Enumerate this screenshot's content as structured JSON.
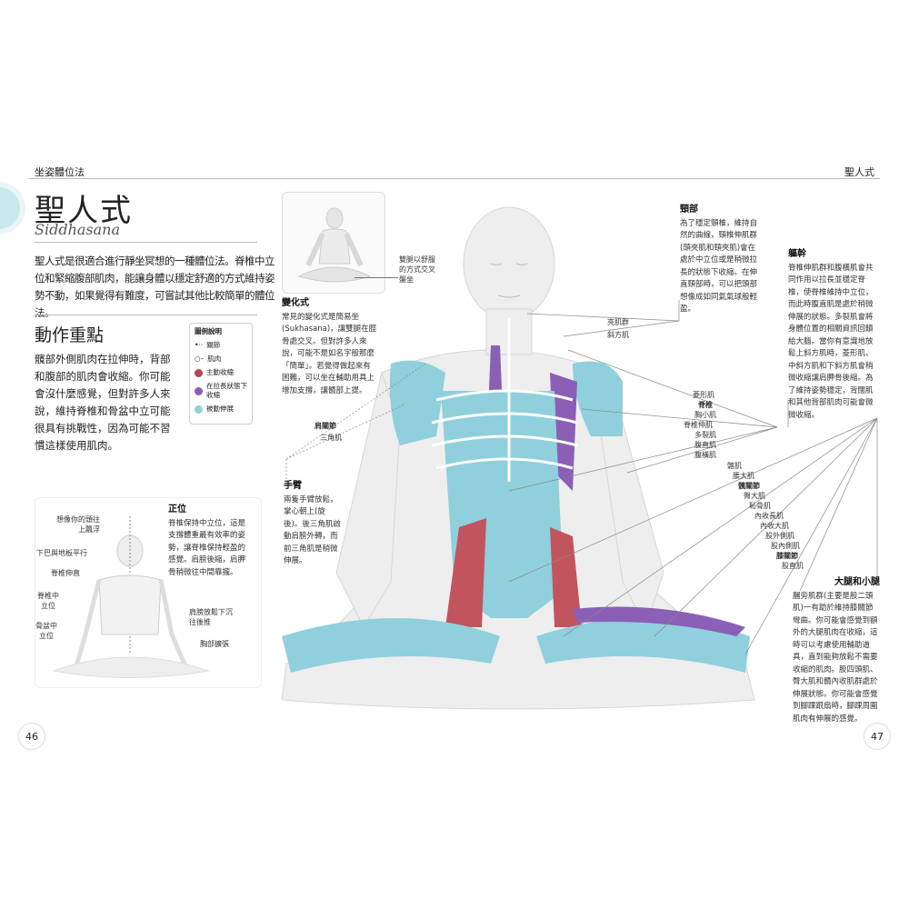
{
  "header": {
    "section": "坐姿體位法",
    "pose_right": "聖人式"
  },
  "title": "聖人式",
  "subtitle": "Siddhasana",
  "intro": "聖人式是很適合進行靜坐冥想的一種體位法。脊椎中立位和緊縮腹部肌肉，能讓身體以穩定舒適的方式維持姿勢不動，如果覺得有難度，可嘗試其他比較簡單的體位法。",
  "key_points": {
    "heading": "動作重點",
    "text": "髖部外側肌肉在拉伸時，背部和腹部的肌肉會收縮。你可能會沒什麼感覺，但對許多人來說，維持脊椎和骨盆中立可能很具有挑戰性，因為可能不習慣這樣使用肌肉。"
  },
  "legend": {
    "title": "圖例說明",
    "items": [
      {
        "label": "關節",
        "type": "joint"
      },
      {
        "label": "肌肉",
        "type": "muscle"
      },
      {
        "label": "主動收縮",
        "color": "#b5474f"
      },
      {
        "label": "在拉長狀態下收縮",
        "color": "#8a5fb5"
      },
      {
        "label": "被動伸展",
        "color": "#8fd0dc"
      }
    ]
  },
  "variation": {
    "callout": "雙腿以舒服的方式交叉盤坐",
    "heading": "變化式",
    "text": "常見的變化式是簡易坐(Sukhasana)，讓雙腿在脛骨處交叉。但對許多人來說，可能不是如名字般那麼「簡單」。若覺得做起來有困難，可以坐在輔助用具上增加支撐，讓髖部上提。"
  },
  "shoulder_labels": {
    "joint": "肩關節",
    "muscle": "三角肌"
  },
  "arm": {
    "heading": "手臂",
    "text": "兩隻手臂放鬆，掌心朝上(旋後)。後三角肌啟動肩膀外轉，而前三角肌是稍微伸展。"
  },
  "neck": {
    "heading": "頸部",
    "text": "為了穩定頸椎，維持自然的曲線，頸椎伸肌群(頭夾肌和頸夾肌)會在處於中立位或是稍微拉長的狀態下收縮。在伸直頸部時，可以把頭部想像成如同氣氣球般輕盈。",
    "labels": [
      "夾肌群",
      "斜方肌"
    ]
  },
  "trunk": {
    "heading": "軀幹",
    "text": "脊椎伸肌群和腹橫肌會共同作用以拉長並穩定脊椎，使脊椎維持中立位，而此時腹直肌是處於稍微伸展的狀態。多裂肌會將身體位置的相關資訊回饋給大腦。當你有意識地放鬆上斜方肌時，菱形肌、中斜方肌和下斜方肌會稍微收縮讓肩胛骨後縮。為了維持姿勢穩定，背闊肌和其他背部肌肉可能會微微收縮。",
    "labels": [
      {
        "t": "菱形肌",
        "b": false
      },
      {
        "t": "脊椎",
        "b": true
      },
      {
        "t": "胸小肌",
        "b": false
      },
      {
        "t": "脊椎伸肌",
        "b": false
      },
      {
        "t": "多裂肌",
        "b": false
      },
      {
        "t": "腹直肌",
        "b": false
      },
      {
        "t": "腹橫肌",
        "b": false
      }
    ]
  },
  "legs": {
    "heading": "大腿和小腿",
    "text": "膕旁肌群(主要是股二頭肌)一有助於維持膝關節彎曲。你可能會感覺到額外的大腿肌肉在收縮，這時可以考慮使用輔助道具，直到能夠放鬆不需要收縮的肌肉。股四頭肌、臀大肌和髖內收肌群處於伸展狀態。你可能會感覺到腳踝跟扇時，腳踝周圍肌肉有伸展的感覺。",
    "labels": [
      {
        "t": "髂肌",
        "b": false
      },
      {
        "t": "腰大肌",
        "b": false
      },
      {
        "t": "髖關節",
        "b": true
      },
      {
        "t": "臀大肌",
        "b": false
      },
      {
        "t": "恥骨肌",
        "b": false
      },
      {
        "t": "內收長肌",
        "b": false
      },
      {
        "t": "內收大肌",
        "b": false
      },
      {
        "t": "股外側肌",
        "b": false
      },
      {
        "t": "股內側肌",
        "b": false
      },
      {
        "t": "膝關節",
        "b": true
      },
      {
        "t": "股直肌",
        "b": false
      }
    ]
  },
  "alignment": {
    "heading": "正位",
    "text": "脊椎保持中立位，這是支撐體重最有效率的姿勢，讓脊椎保持輕盈的感覺。肩膀後縮，肩胛骨稍微往中間靠攏。",
    "labels": [
      "想像你的頭往上飄浮",
      "下巴與地板平行",
      "脊椎伸直",
      "脊椎中立位",
      "骨盆中立位",
      "肩膀放鬆下沉往後推",
      "胸部擴張"
    ]
  },
  "page_numbers": {
    "left": "46",
    "right": "47"
  },
  "colors": {
    "teal": "#8fd0dc",
    "red": "#c2545e",
    "purple": "#8a5fb5",
    "accent_circle": "#c9e9ee"
  }
}
